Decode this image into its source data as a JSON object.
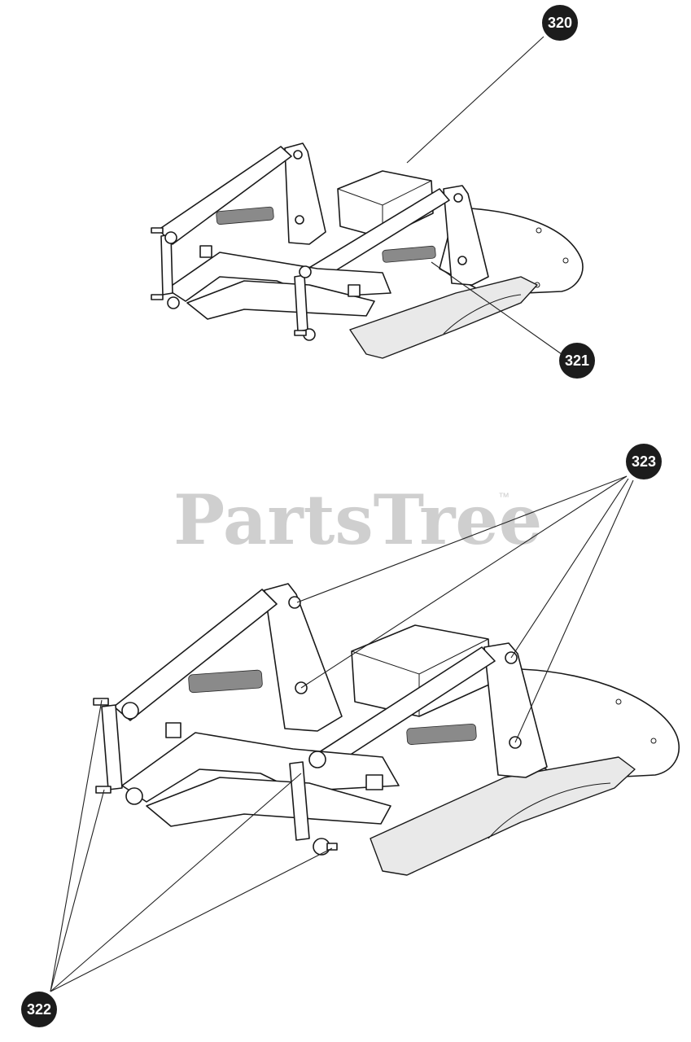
{
  "watermark": {
    "text": "PartsTree",
    "trademark": "™"
  },
  "callouts": {
    "c320": "320",
    "c321": "321",
    "c322": "322",
    "c323": "323"
  },
  "colors": {
    "callout_fill": "#1c1c1c",
    "callout_text": "#ffffff",
    "watermark": "#cfcfcf"
  }
}
